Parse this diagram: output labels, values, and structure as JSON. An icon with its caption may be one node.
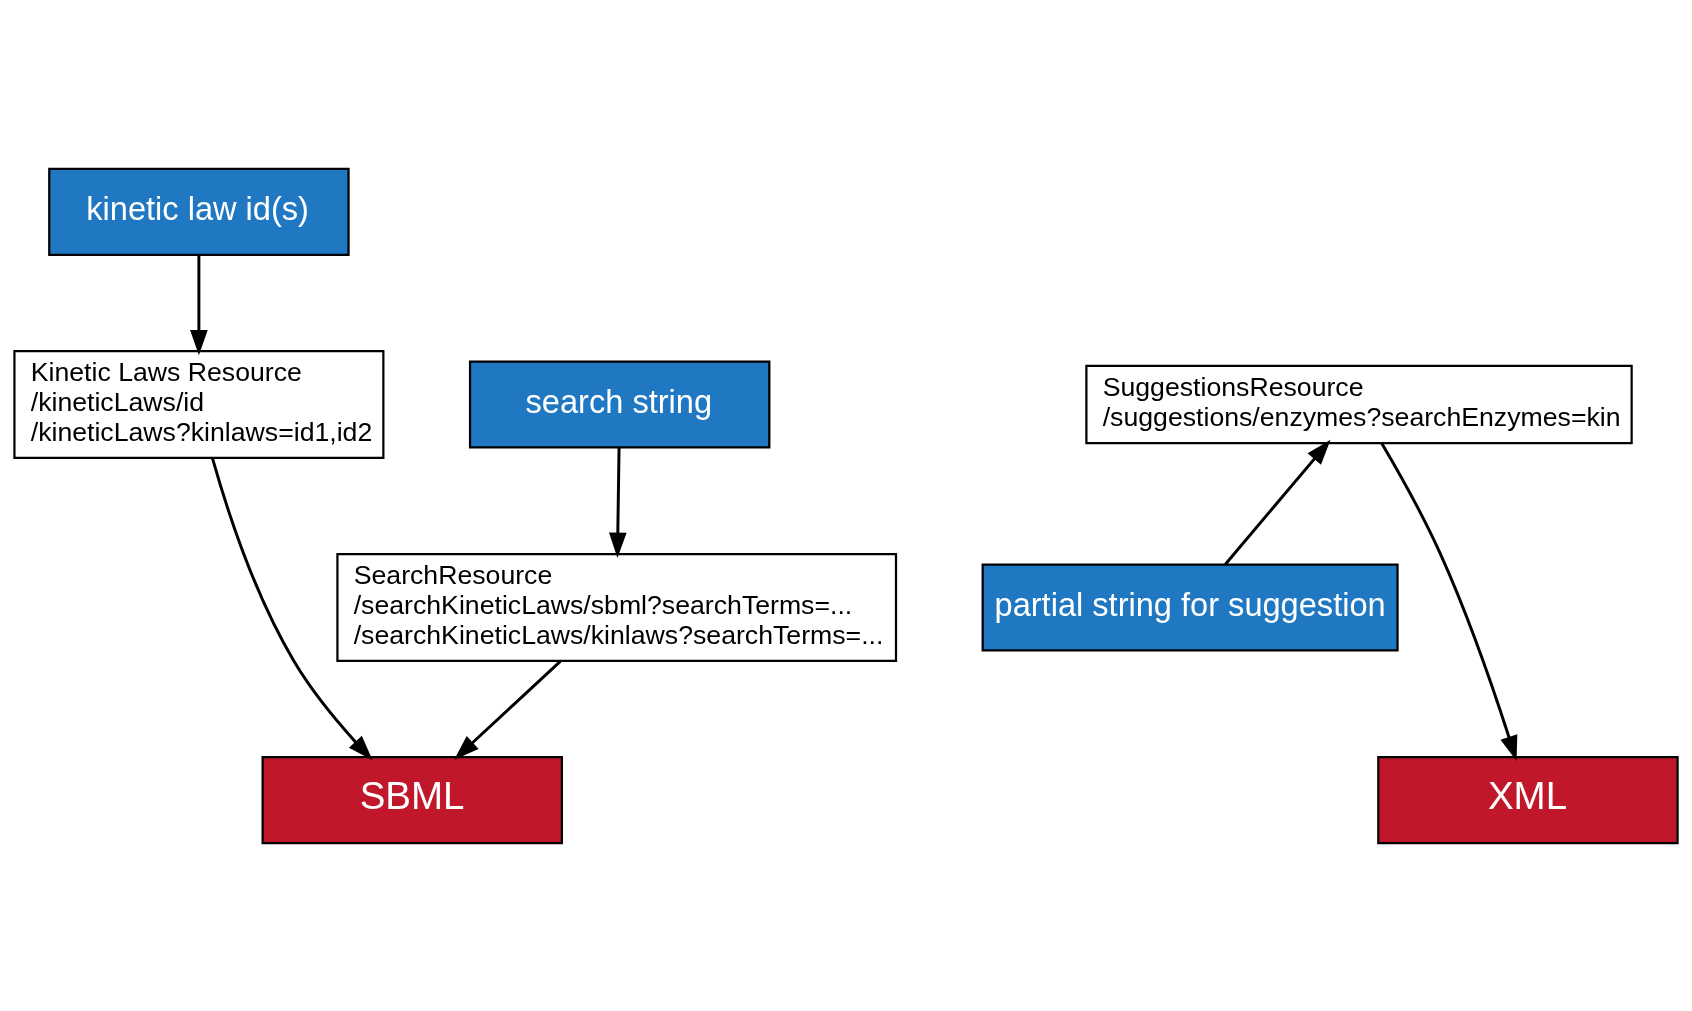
{
  "diagram": {
    "nodes": [
      {
        "text": [
          "kinetic law id(s)"
        ]
      },
      {
        "text": [
          "search string"
        ]
      },
      {
        "text": [
          "partial string for suggestion"
        ]
      },
      {
        "text": [
          "Kinetic Laws Resource",
          "/kineticLaws/id",
          "/kineticLaws?kinlaws=id1,id2"
        ]
      },
      {
        "text": [
          "SuggestionsResource",
          "/suggestions/enzymes?searchEnzymes=kin"
        ]
      },
      {
        "text": [
          "SearchResource",
          "/searchKineticLaws/sbml?searchTerms=...",
          "/searchKineticLaws/kinlaws?searchTerms=..."
        ]
      },
      {
        "text": [
          "SBML"
        ]
      },
      {
        "text": [
          "XML"
        ]
      }
    ],
    "edges": [
      {
        "from": 0,
        "to": 3,
        "arrow": "to"
      },
      {
        "from": 3,
        "to": 6,
        "arrow": "to"
      },
      {
        "from": 1,
        "to": 5,
        "arrow": "to"
      },
      {
        "from": 5,
        "to": 6,
        "arrow": "to"
      },
      {
        "from": 2,
        "to": 4,
        "arrow": "to"
      },
      {
        "from": 4,
        "to": 7,
        "arrow": "to"
      }
    ]
  }
}
